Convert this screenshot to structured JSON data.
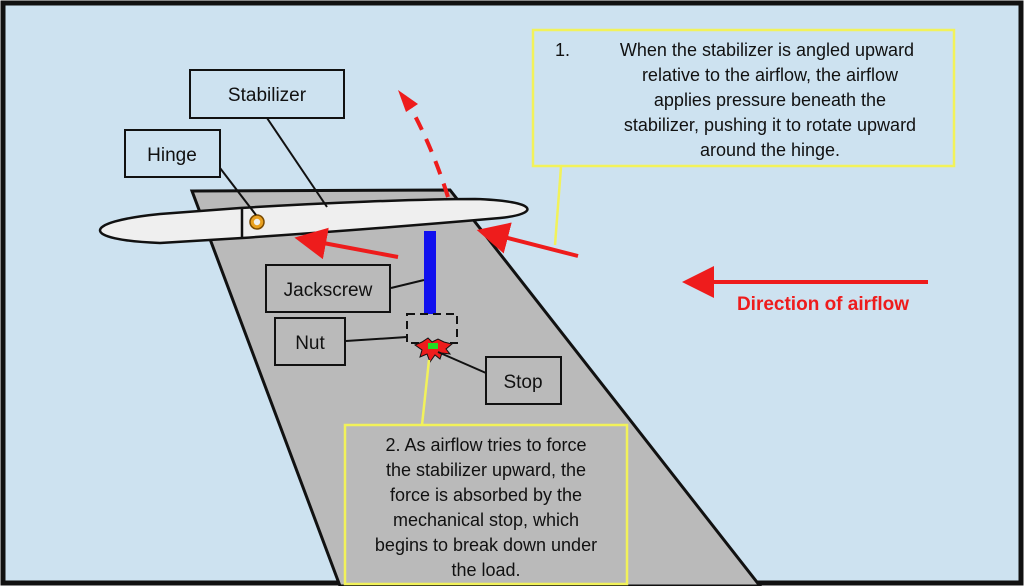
{
  "diagram": {
    "labels": {
      "stabilizer": "Stabilizer",
      "hinge": "Hinge",
      "jackscrew": "Jackscrew",
      "nut": "Nut",
      "stop": "Stop",
      "airflow": "Direction of airflow"
    },
    "note1": {
      "number": "1.",
      "lines": [
        "When the stabilizer is angled upward",
        "relative to the airflow, the airflow",
        "applies pressure beneath the",
        "stabilizer, pushing it to rotate upward",
        "around the hinge."
      ]
    },
    "note2": {
      "lines": [
        "2. As airflow tries to force",
        "the stabilizer upward, the",
        "force is absorbed by the",
        "mechanical stop, which",
        "begins to break down under",
        "the load."
      ]
    },
    "colors": {
      "sky": "#cde2f0",
      "tail": "#bababa",
      "stabilizer": "#efefef",
      "arrow": "#ee1c1c",
      "jackscrew": "#1010ee",
      "callout_border": "#f2f25a",
      "hinge": "#e8a020",
      "stop": "#22dd22"
    }
  }
}
